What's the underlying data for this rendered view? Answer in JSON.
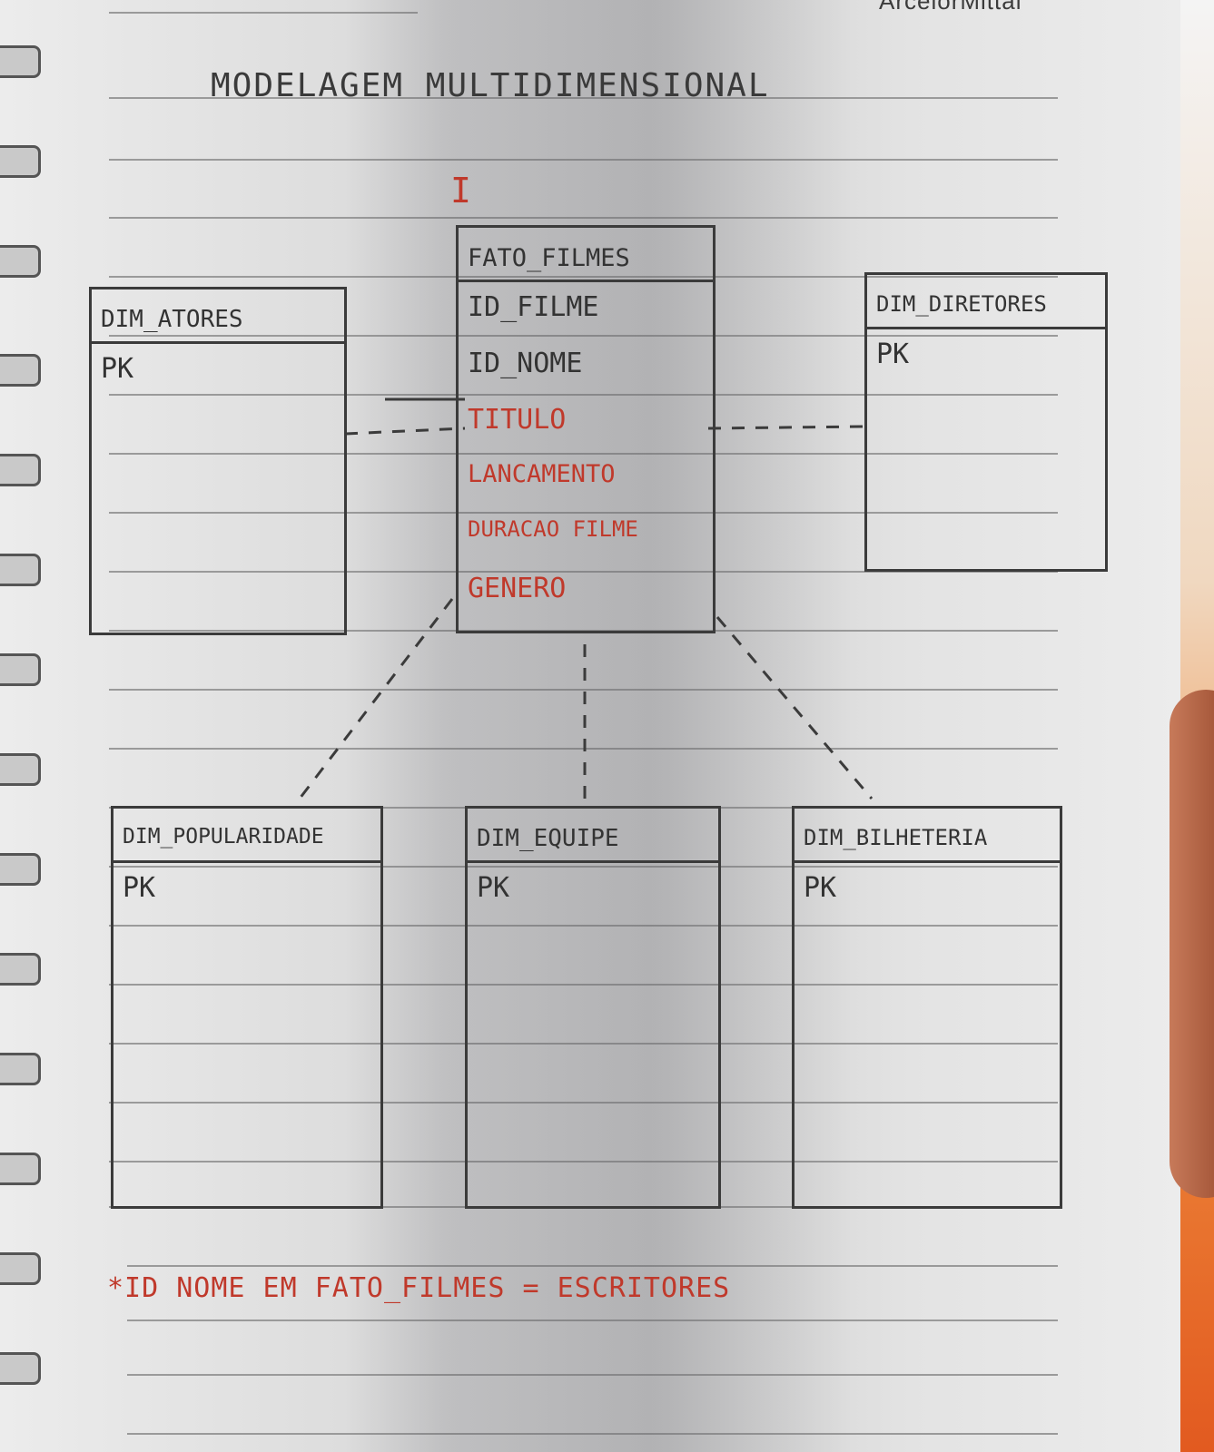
{
  "brand": "ArcelorMittal",
  "title": "MODELAGEM MULTIDIMENSIONAL",
  "marker": "I",
  "fact_table": {
    "name": "FATO_FILMES",
    "fields": [
      {
        "label": "ID_FILME",
        "color": "black"
      },
      {
        "label": "ID_NOME",
        "color": "black"
      },
      {
        "label": "TITULO",
        "color": "red"
      },
      {
        "label": "LANCAMENTO",
        "color": "red"
      },
      {
        "label": "DURACAO FILME",
        "color": "red"
      },
      {
        "label": "GENERO",
        "color": "red"
      }
    ]
  },
  "dim_atores": {
    "name": "DIM_ATORES",
    "pk": "PK"
  },
  "dim_diretores": {
    "name": "DIM_DIRETORES",
    "pk": "PK"
  },
  "dim_popularidade": {
    "name": "DIM_POPULARIDADE",
    "pk": "PK"
  },
  "dim_equipe": {
    "name": "DIM_EQUIPE",
    "pk": "PK"
  },
  "dim_bilheteria": {
    "name": "DIM_BILHETERIA",
    "pk": "PK"
  },
  "note": "*ID NOME EM FATO_FILMES = ESCRITORES",
  "colors": {
    "ink": "#3b3b3b",
    "red_ink": "#c0392b"
  }
}
